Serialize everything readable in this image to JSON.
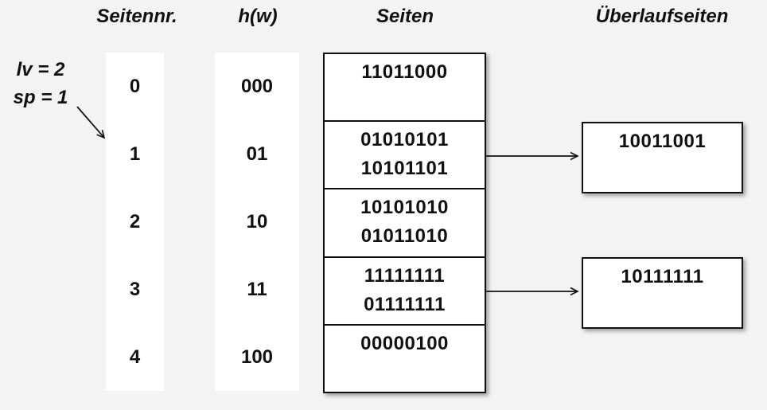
{
  "headers": {
    "page_number": "Seitennr.",
    "hash_function": "h(w)",
    "pages": "Seiten",
    "overflow_pages": "Überlaufseiten"
  },
  "annotation": {
    "level": "lv = 2",
    "split_pointer": "sp = 1",
    "points_to_row": 1
  },
  "rows": [
    {
      "page_number": "0",
      "hash": "000",
      "entries": [
        "11011000"
      ]
    },
    {
      "page_number": "1",
      "hash": "01",
      "entries": [
        "01010101",
        "10101101"
      ]
    },
    {
      "page_number": "2",
      "hash": "10",
      "entries": [
        "10101010",
        "01011010"
      ]
    },
    {
      "page_number": "3",
      "hash": "11",
      "entries": [
        "11111111",
        "01111111"
      ]
    },
    {
      "page_number": "4",
      "hash": "100",
      "entries": [
        "00000100"
      ]
    }
  ],
  "overflow_pages": [
    {
      "value": "10011001",
      "linked_row": 1
    },
    {
      "value": "10111111",
      "linked_row": 3
    }
  ],
  "colors": {
    "background": "#f3f3f3",
    "box_fill": "#ffffff",
    "line": "#111111",
    "shadow": "rgba(0,0,0,0.35)"
  }
}
